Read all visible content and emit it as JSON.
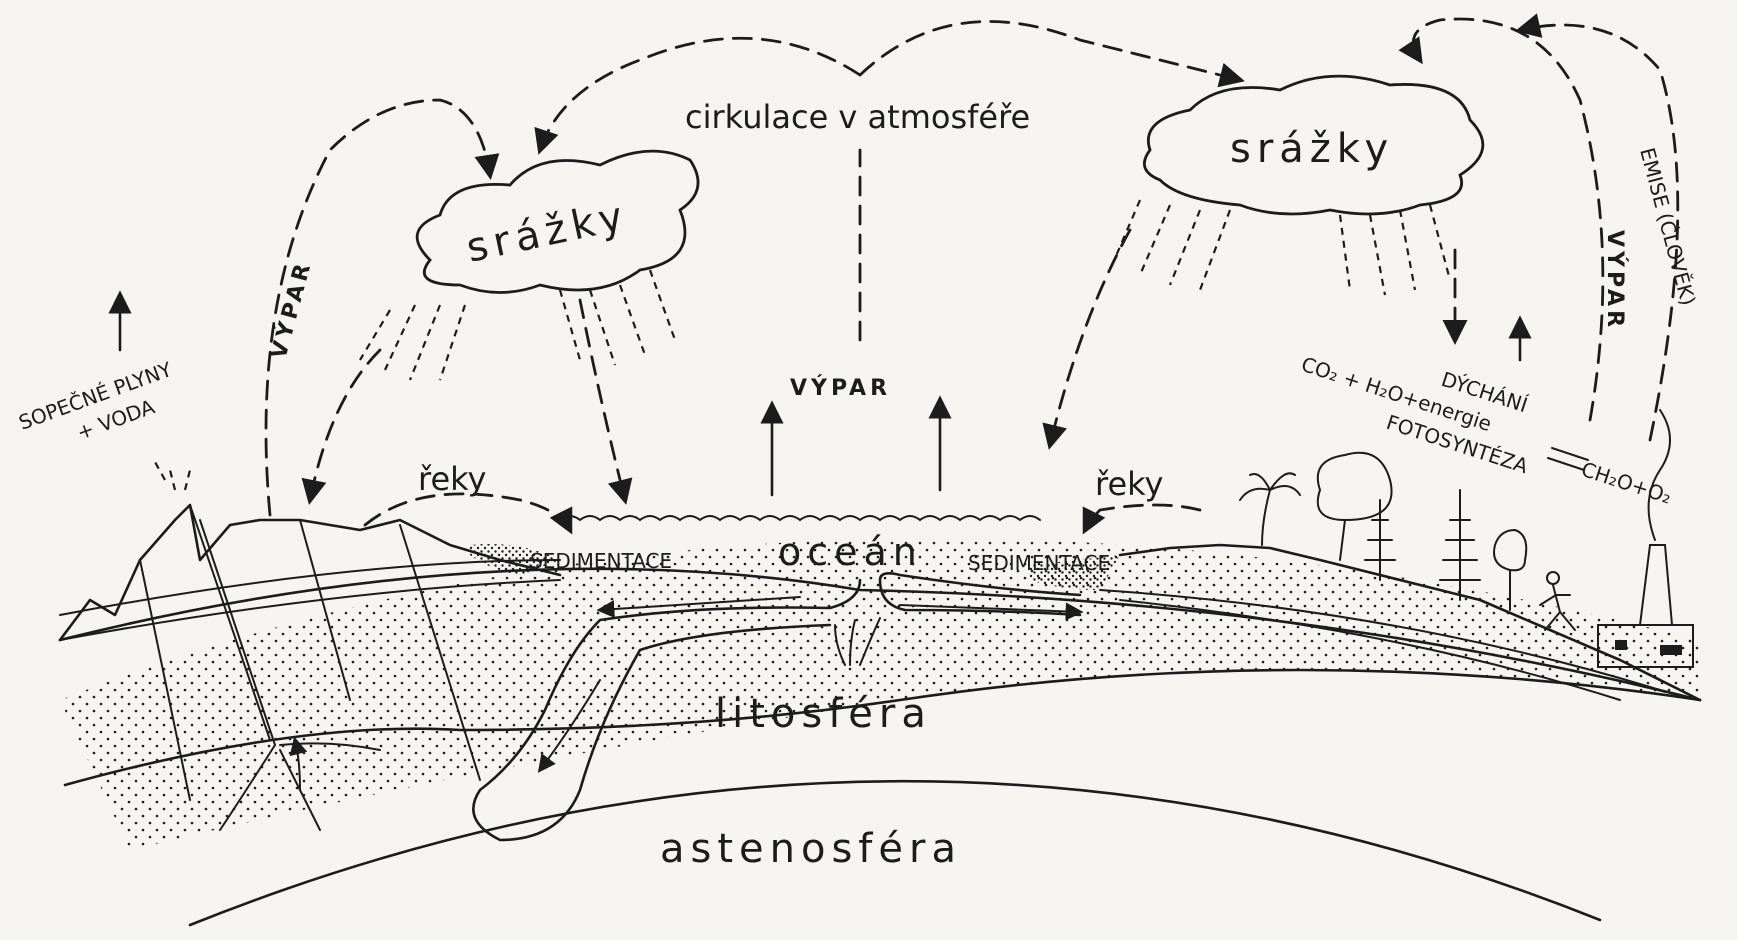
{
  "labels": {
    "circulation": "cirkulace v atmosféře",
    "precip_left": "srážky",
    "precip_right": "srážky",
    "evap_left": "VÝPAR",
    "evap_center": "VÝPAR",
    "evap_right": "VÝPAR",
    "volcanic_line1": "SOPEČNÉ PLYNY",
    "volcanic_line2": "+ VODA",
    "rivers_left": "řeky",
    "rivers_right": "řeky",
    "sedimentation_left": "SEDIMENTACE",
    "sedimentation_right": "SEDIMENTACE",
    "ocean": "oceán",
    "lithosphere": "litosféra",
    "asthenosphere": "astenosféra",
    "respiration": "DÝCHÁNÍ",
    "reaction_left": "CO₂ + H₂O+energie",
    "reaction_right": "CH₂O+O₂",
    "photosynthesis": "FOTOSYNTÉZA",
    "emissions": "EMISE (ČLOVĚK)"
  },
  "colors": {
    "ink": "#1c1c1c",
    "paper": "#f6f5f1"
  }
}
